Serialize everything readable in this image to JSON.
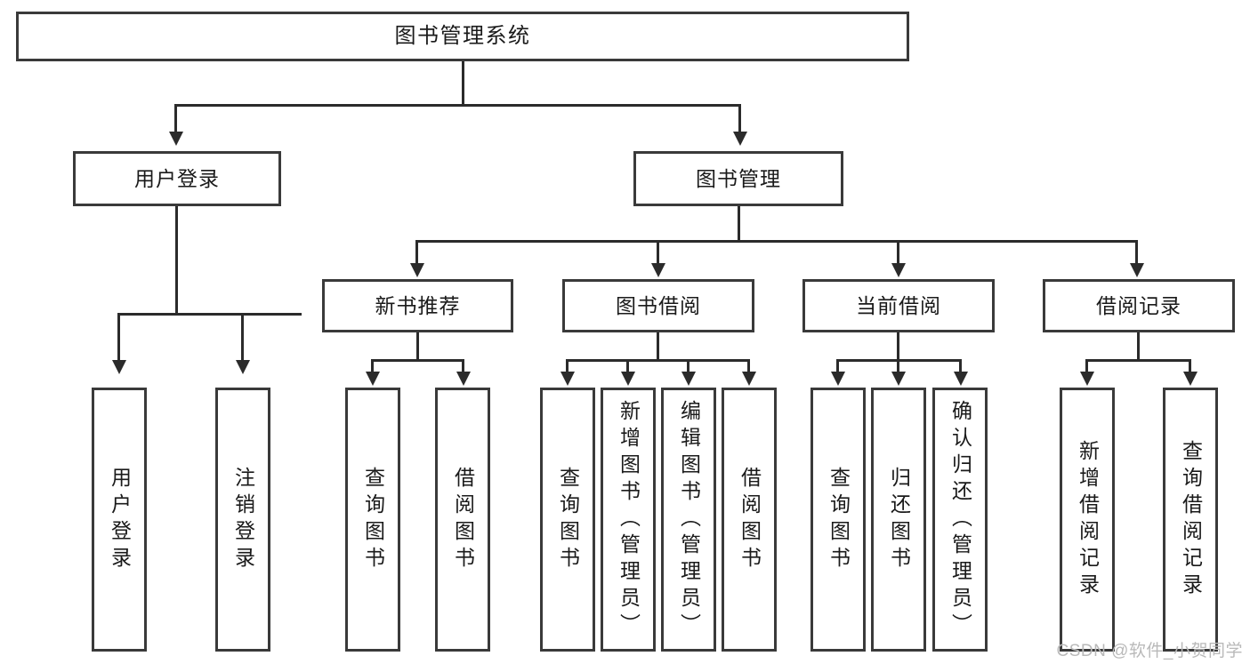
{
  "diagram": {
    "type": "tree-hierarchy-chart",
    "title": "图书管理系统",
    "levels": [
      {
        "level": 1,
        "nodes": [
          {
            "id": "root",
            "label": "图书管理系统",
            "orientation": "horizontal"
          }
        ]
      },
      {
        "level": 2,
        "nodes": [
          {
            "id": "user-login",
            "label": "用户登录",
            "orientation": "horizontal"
          },
          {
            "id": "book-manage",
            "label": "图书管理",
            "orientation": "horizontal"
          }
        ]
      },
      {
        "level": 3,
        "nodes": [
          {
            "id": "new-book-recommend",
            "label": "新书推荐",
            "orientation": "horizontal"
          },
          {
            "id": "book-borrow",
            "label": "图书借阅",
            "orientation": "horizontal"
          },
          {
            "id": "current-borrow",
            "label": "当前借阅",
            "orientation": "horizontal"
          },
          {
            "id": "borrow-record",
            "label": "借阅记录",
            "orientation": "horizontal"
          }
        ]
      },
      {
        "level": 4,
        "nodes": [
          {
            "id": "leaf-user-login",
            "label": "用户登录",
            "orientation": "vertical",
            "parent": "user-login"
          },
          {
            "id": "leaf-logout-login",
            "label": "注销登录",
            "orientation": "vertical",
            "parent": "user-login"
          },
          {
            "id": "leaf-query-book-1",
            "label": "查询图书",
            "orientation": "vertical",
            "parent": "new-book-recommend"
          },
          {
            "id": "leaf-borrow-book-1",
            "label": "借阅图书",
            "orientation": "vertical",
            "parent": "new-book-recommend"
          },
          {
            "id": "leaf-query-book-2",
            "label": "查询图书",
            "orientation": "vertical",
            "parent": "book-borrow"
          },
          {
            "id": "leaf-add-book",
            "label": "新增图书（管理员）",
            "orientation": "vertical",
            "parent": "book-borrow"
          },
          {
            "id": "leaf-edit-book",
            "label": "编辑图书（管理员）",
            "orientation": "vertical",
            "parent": "book-borrow"
          },
          {
            "id": "leaf-borrow-book-2",
            "label": "借阅图书",
            "orientation": "vertical",
            "parent": "book-borrow"
          },
          {
            "id": "leaf-query-book-3",
            "label": "查询图书",
            "orientation": "vertical",
            "parent": "current-borrow"
          },
          {
            "id": "leaf-return-book",
            "label": "归还图书",
            "orientation": "vertical",
            "parent": "current-borrow"
          },
          {
            "id": "leaf-confirm-return",
            "label": "确认归还（管理员）",
            "orientation": "vertical",
            "parent": "current-borrow"
          },
          {
            "id": "leaf-add-record",
            "label": "新增借阅记录",
            "orientation": "vertical",
            "parent": "borrow-record"
          },
          {
            "id": "leaf-query-record",
            "label": "查询借阅记录",
            "orientation": "vertical",
            "parent": "borrow-record"
          }
        ]
      }
    ],
    "colors": {
      "box_border": "#3a3a3a",
      "box_fill": "#ffffff",
      "connector": "#2b2b2b",
      "text": "#1a1a1a",
      "watermark": "#b9b9b9",
      "background": "#ffffff"
    }
  },
  "watermark": {
    "text": "CSDN @软件_小贺同学"
  }
}
